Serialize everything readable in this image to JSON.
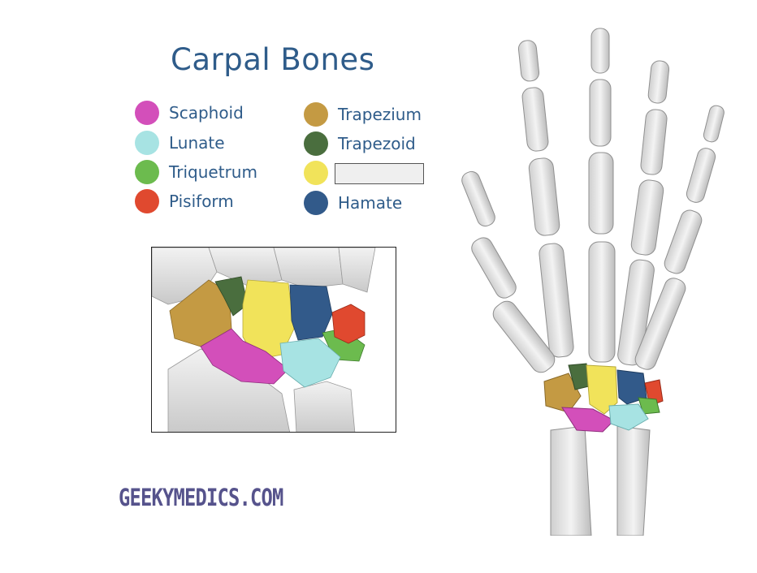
{
  "title": "Carpal Bones",
  "legend": [
    {
      "label": "Scaphoid",
      "color": "#d34fba"
    },
    {
      "label": "Lunate",
      "color": "#a7e3e3"
    },
    {
      "label": "Triquetrum",
      "color": "#6cbb4e"
    },
    {
      "label": "Pisiform",
      "color": "#e0492f"
    },
    {
      "label": "Trapezium",
      "color": "#c49a43"
    },
    {
      "label": "Trapezoid",
      "color": "#4a6e3e"
    },
    {
      "label": "",
      "color": "#f1e35a"
    },
    {
      "label": "Hamate",
      "color": "#325a8a"
    }
  ],
  "brand": "GEEKYMEDICS.COM"
}
